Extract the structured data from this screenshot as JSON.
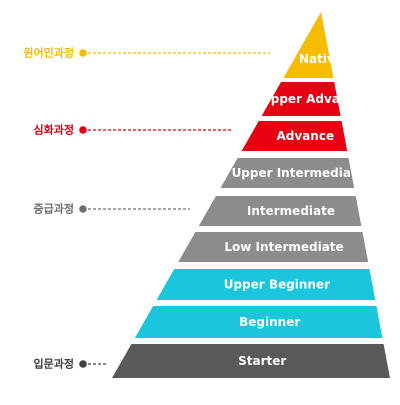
{
  "colors": {
    "native": "#f7bc00",
    "advanced": "#e60012",
    "intermediate": "#8b8c8e",
    "beginner": "#1bc5dc",
    "starter": "#58595b",
    "gray_label": "#6d6e70",
    "dark_label": "#404041"
  },
  "levels": [
    {
      "label": "Native",
      "group": "native"
    },
    {
      "label": "Upper Advance",
      "group": "advanced"
    },
    {
      "label": "Advance",
      "group": "advanced"
    },
    {
      "label": "Upper Intermediate",
      "group": "intermediate"
    },
    {
      "label": "Intermediate",
      "group": "intermediate"
    },
    {
      "label": "Low Intermediate",
      "group": "intermediate"
    },
    {
      "label": "Upper Beginner",
      "group": "beginner"
    },
    {
      "label": "Beginner",
      "group": "beginner"
    },
    {
      "label": "Starter",
      "group": "starter"
    }
  ],
  "groups": [
    {
      "label": "원어민과정",
      "color_key": "native"
    },
    {
      "label": "심화과정",
      "color_key": "advanced"
    },
    {
      "label": "중급과정",
      "color_key": "gray_label"
    },
    {
      "label": "입문과정",
      "color_key": "dark_label"
    }
  ]
}
